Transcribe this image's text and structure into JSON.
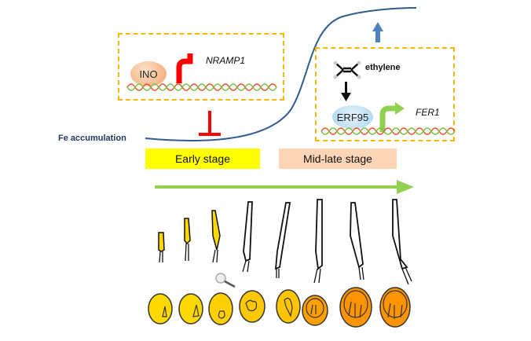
{
  "early_box": {
    "protein": "INO",
    "gene": "NRAMP1",
    "effect": "repression"
  },
  "late_box": {
    "signal": "ethylene",
    "protein": "ERF95",
    "gene": "FER1",
    "effect": "activation"
  },
  "fe_curve": {
    "label": "Fe accumulation"
  },
  "stages": [
    {
      "label": "Early stage",
      "color": "#ffff00"
    },
    {
      "label": "Mid-late stage",
      "color": "#fbd5b5"
    }
  ],
  "colors": {
    "box_border": "#f5b800",
    "curve": "#2f5c8f",
    "inhibit": "#ff0000",
    "up_arrow": "#4f81bd",
    "timeline_arrow": "#92d050",
    "ino_blob": "#f7b88a",
    "erf_blob": "#bfe0f2",
    "seed_early": "#ffd000",
    "seed_late": "#ff9400"
  },
  "fibers": {
    "count": 8,
    "filled_stages": 3
  },
  "seeds": {
    "count": 8
  }
}
